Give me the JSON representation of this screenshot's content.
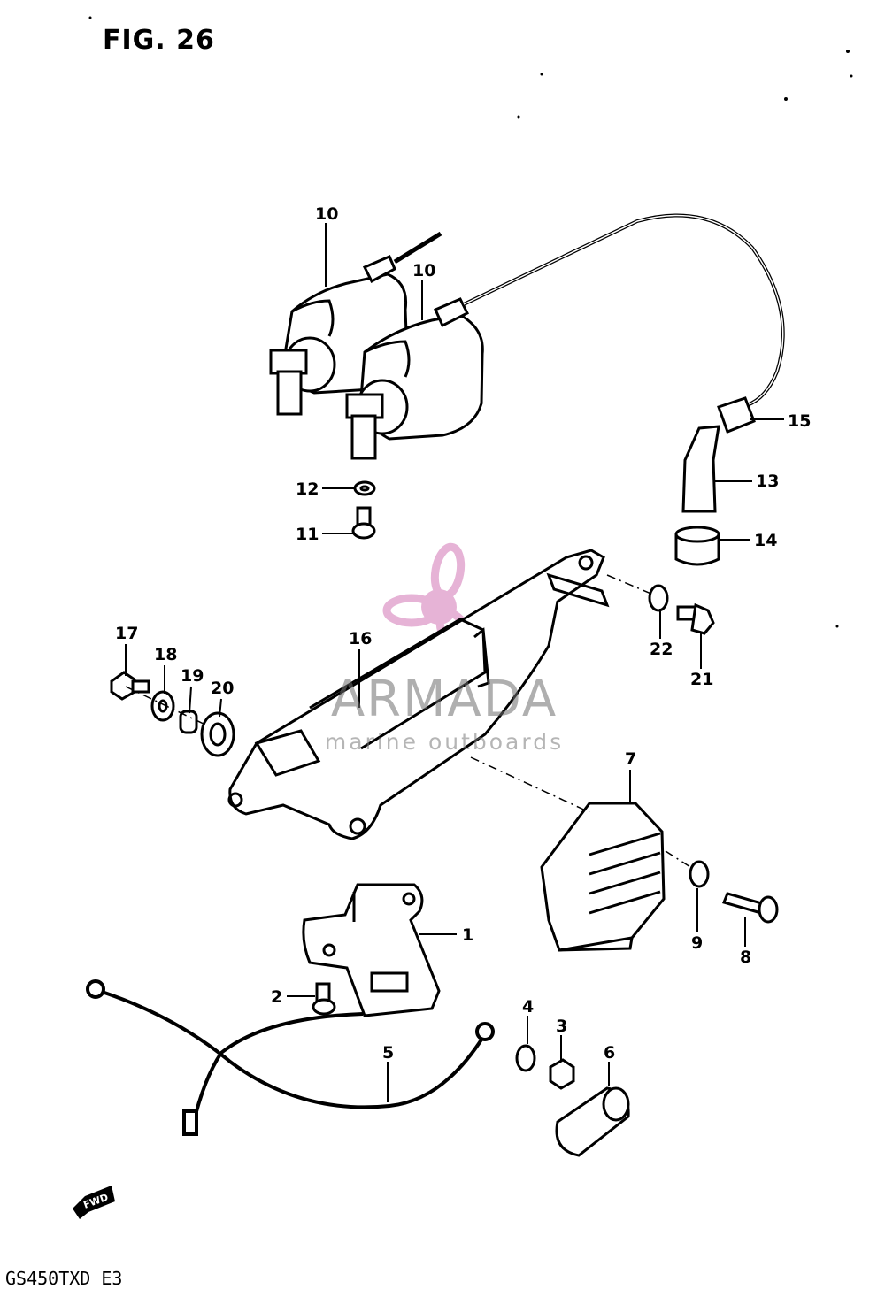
{
  "figure": {
    "title": "FIG. 26",
    "model_code": "GS450TXD E3"
  },
  "watermark": {
    "name": "ARMADA",
    "tagline": "marine outboards",
    "accent_color": "#e2a6cf"
  },
  "fwd_arrow_label": "FWD",
  "callouts": {
    "p1": "1",
    "p2": "2",
    "p3": "3",
    "p4": "4",
    "p5": "5",
    "p6": "6",
    "p7": "7",
    "p8": "8",
    "p9": "9",
    "p10a": "10",
    "p10b": "10",
    "p11": "11",
    "p12": "12",
    "p13": "13",
    "p14": "14",
    "p15": "15",
    "p16": "16",
    "p17": "17",
    "p18": "18",
    "p19": "19",
    "p20": "20",
    "p21": "21",
    "p22": "22"
  }
}
